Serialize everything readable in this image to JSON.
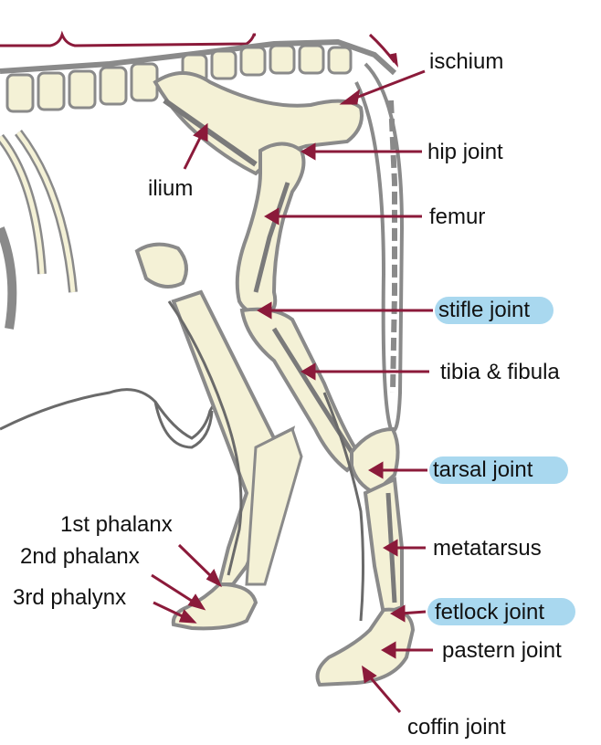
{
  "labels": {
    "ischium": "ischium",
    "hip_joint": "hip joint",
    "ilium": "ilium",
    "femur": "femur",
    "stifle_joint": "stifle joint",
    "tibia_fibula": "tibia & fibula",
    "tarsal_joint": "tarsal joint",
    "metatarsus": "metatarsus",
    "fetlock_joint": "fetlock joint",
    "pastern_joint": "pastern joint",
    "coffin_joint": "coffin joint",
    "phalanx_1": "1st phalanx",
    "phalanx_2": "2nd phalanx",
    "phalanx_3": "3rd phalynx"
  },
  "highlighted": [
    "stifle joint",
    "tarsal joint",
    "fetlock joint"
  ],
  "colors": {
    "bone": "#f4f1d6",
    "bone_outline": "#8a8a8a",
    "shadow": "#7a7a7a",
    "pointer": "#8b1a3a",
    "highlight": "#a9d8ef",
    "text": "#111111",
    "body_outline": "#6a6a6a"
  }
}
